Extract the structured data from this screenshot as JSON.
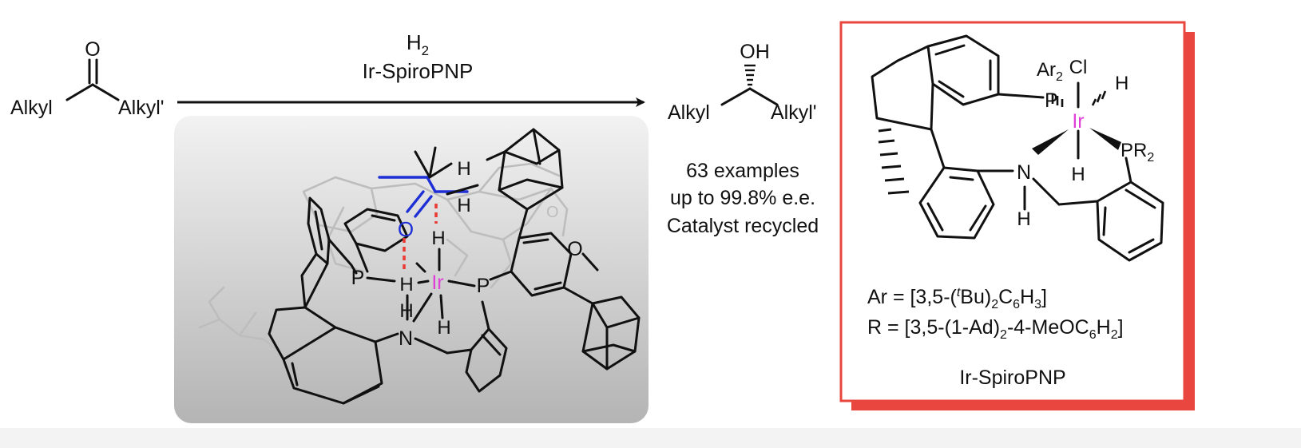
{
  "reaction": {
    "reagent": "H",
    "reagent_subscript": "2",
    "catalyst": "Ir-SpiroPNP",
    "substrate": {
      "carbonyl_atom": "O",
      "left_group": "Alkyl",
      "right_group": "Alkyl'"
    },
    "product": {
      "hydroxyl": "OH",
      "left_group": "Alkyl",
      "right_group": "Alkyl'"
    },
    "results": [
      "63 examples",
      "up to 99.8% e.e.",
      "Catalyst recycled"
    ]
  },
  "model_3d": {
    "atoms": {
      "oxygen": "O",
      "iridium": "Ir",
      "phosphorus_left": "P",
      "phosphorus_right": "P",
      "hydride_left": "H",
      "hydride_top": "H",
      "hydride_bottom": "H",
      "amine_h": "H",
      "nitrogen": "N",
      "methoxy_o": "O",
      "adamantyl_h_top": "H",
      "adamantyl_h_bottom": "H",
      "ghost_o": "O"
    },
    "colors": {
      "panel_light": "#f2f2f2",
      "panel_dark": "#b4b4b4",
      "substrate": "#1f2fd6",
      "iridium": "#e040d8",
      "interaction": "#ea3b34"
    }
  },
  "catalyst_box": {
    "atoms": {
      "ar2": "Ar",
      "ar2_subscript": "2",
      "p": "P",
      "cl": "Cl",
      "ir": "Ir",
      "h_right": "H",
      "h_below_ir": "H",
      "pr2": "PR",
      "pr2_subscript": "2",
      "n": "N",
      "nh": "H"
    },
    "definitions": {
      "ar_prefix": "Ar = [3,5-(",
      "ar_tbu_sup": "t",
      "ar_bu": "Bu)",
      "ar_s1": "2",
      "ar_c": "C",
      "ar_s2": "6",
      "ar_h": "H",
      "ar_s3": "3",
      "ar_end": "]",
      "r_prefix": "R = [3,5-(1-Ad)",
      "r_s1": "2",
      "r_mid": "-4-MeOC",
      "r_s2": "6",
      "r_h": "H",
      "r_s3": "2",
      "r_end": "]"
    },
    "name": "Ir-SpiroPNP",
    "colors": {
      "border": "#e8463e",
      "shadow": "#e8463e",
      "iridium": "#e040d8"
    }
  }
}
